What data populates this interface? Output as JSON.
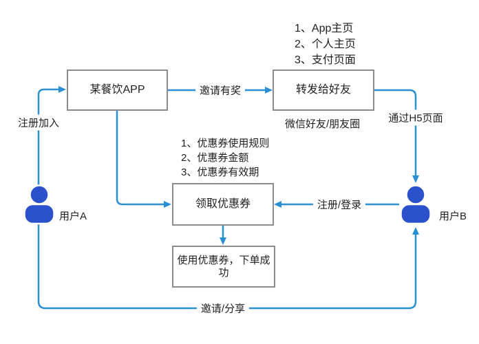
{
  "colors": {
    "flow_line": "#2a8fd3",
    "person_icon": "#2b52cc",
    "box_border": "#8c8c8c",
    "text": "#1f1f1f"
  },
  "nodes": {
    "app": {
      "label": "某餐饮APP"
    },
    "forward": {
      "label": "转发给好友"
    },
    "coupon": {
      "label": "领取优惠券"
    },
    "order": {
      "label": "使用优惠券，下单成功"
    }
  },
  "edges": {
    "register_join": "注册加入",
    "invite_reward": "邀请有奖",
    "via_h5": "通过H5页面",
    "register_login": "注册/登录",
    "invite_share": "邀请/分享"
  },
  "annotations": {
    "share_pages": [
      "1、App主页",
      "2、个人主页",
      "3、支付页面"
    ],
    "coupon_info": [
      "1、优惠券使用规则",
      "2、优惠券金额",
      "3、优惠券有效期"
    ],
    "wechat_channels": "微信好友/朋友圈"
  },
  "actors": {
    "user_a": "用户A",
    "user_b": "用户B"
  }
}
